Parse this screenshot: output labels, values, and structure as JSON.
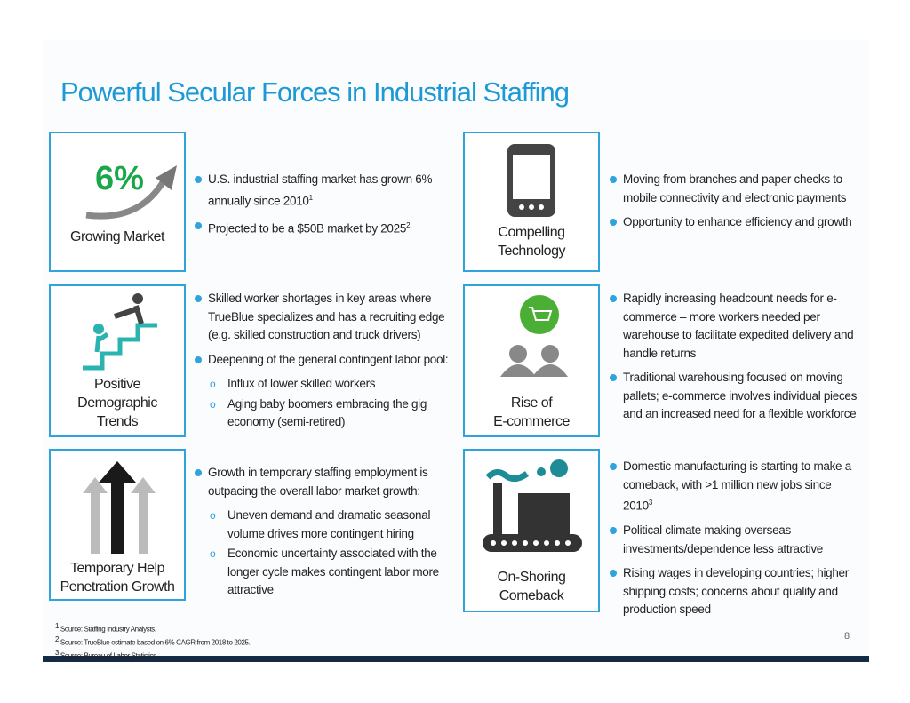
{
  "title": "Powerful Secular Forces in Industrial Staffing",
  "colors": {
    "accent": "#2ea3dc",
    "title": "#1d9ad6",
    "green": "#1aa64a",
    "bar": "#152a45"
  },
  "sections": [
    {
      "label": [
        "Growing Market"
      ],
      "stat": "6%",
      "icon": "growth-arrow-icon",
      "bullets": [
        {
          "t": "U.S. industrial staffing market has grown 6% annually since 2010",
          "sup": "1"
        },
        {
          "t": "Projected to be a $50B market by 2025",
          "sup": "2"
        }
      ]
    },
    {
      "label": [
        "Compelling",
        "Technology"
      ],
      "icon": "mobile-phone-icon",
      "bullets": [
        {
          "t": "Moving from branches and paper checks to mobile connectivity and electronic payments"
        },
        {
          "t": "Opportunity to enhance efficiency and growth"
        }
      ]
    },
    {
      "label": [
        "Positive",
        "Demographic",
        "Trends"
      ],
      "icon": "stairs-people-icon",
      "bullets": [
        {
          "t": "Skilled worker shortages in key areas where TrueBlue specializes and has a recruiting edge (e.g. skilled construction and truck drivers)"
        },
        {
          "t": "Deepening of the general contingent labor pool:",
          "subs": [
            "Influx of lower skilled workers",
            "Aging baby boomers embracing the gig economy (semi-retired)"
          ]
        }
      ]
    },
    {
      "label": [
        "Rise of",
        "E-commerce"
      ],
      "icon": "shopping-cart-people-icon",
      "bullets": [
        {
          "t": "Rapidly increasing headcount needs for e-commerce – more workers needed per warehouse to facilitate expedited delivery and handle returns"
        },
        {
          "t": "Traditional warehousing focused on moving pallets; e-commerce involves individual pieces and an increased need for a flexible workforce"
        }
      ]
    },
    {
      "label": [
        "Temporary Help",
        "Penetration Growth"
      ],
      "icon": "up-arrows-icon",
      "bullets": [
        {
          "t": "Growth in temporary staffing employment is outpacing the overall labor market growth:",
          "subs": [
            "Uneven demand and dramatic seasonal volume drives more contingent hiring",
            "Economic uncertainty associated with the longer cycle makes contingent labor more attractive"
          ]
        }
      ]
    },
    {
      "label": [
        "On-Shoring",
        "Comeback"
      ],
      "icon": "factory-icon",
      "bullets": [
        {
          "t": "Domestic manufacturing is starting to make a comeback, with >1 million new jobs since 2010",
          "sup": "3"
        },
        {
          "t": "Political climate making overseas investments/dependence less attractive"
        },
        {
          "t": "Rising wages in developing countries; higher shipping costs; concerns about quality and production speed"
        }
      ]
    }
  ],
  "footnotes": [
    {
      "n": "1",
      "t": "Source: Staffing Industry Analysts."
    },
    {
      "n": "2",
      "t": "Source: TrueBlue estimate based on 6% CAGR from 2018 to 2025."
    },
    {
      "n": "3",
      "t": "Source: Bureau of Labor Statistics."
    }
  ],
  "page_number": "8"
}
